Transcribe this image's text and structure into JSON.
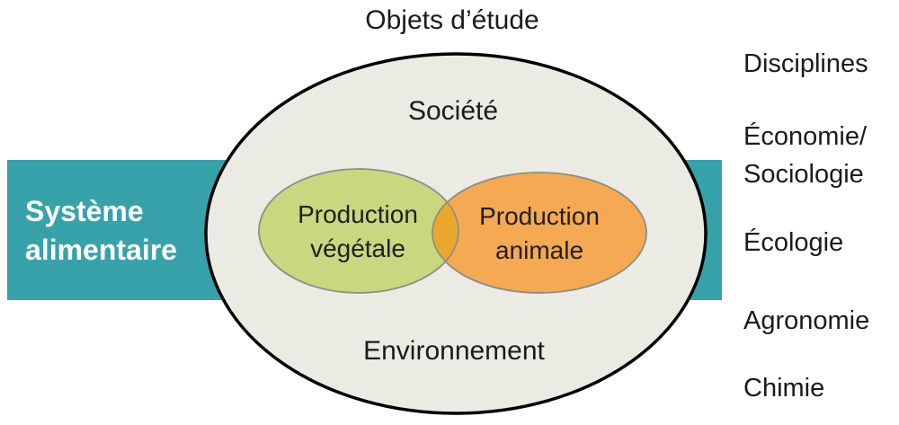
{
  "title": "Objets d’étude",
  "food_system_band": {
    "label": "Système\nalimentaire",
    "color": "#37A2AA",
    "text_color": "#FFFFFF"
  },
  "study_objects": {
    "outer_top_label": "Société",
    "outer_bottom_label": "Environnement",
    "outer_fill": "#ECEBE3",
    "outer_stroke": "#000000",
    "left_ellipse": {
      "label": "Production\nvégétale",
      "fill": "#C9D77F"
    },
    "right_ellipse": {
      "label": "Production\nanimale",
      "fill": "#F5A952"
    },
    "overlap_fill": "#E9A72E",
    "sub_ellipse_stroke": "#8C8C84"
  },
  "disciplines": {
    "heading": "Disciplines",
    "items": [
      "Économie/\nSociologie",
      "Écologie",
      "Agronomie",
      "Chimie"
    ]
  }
}
